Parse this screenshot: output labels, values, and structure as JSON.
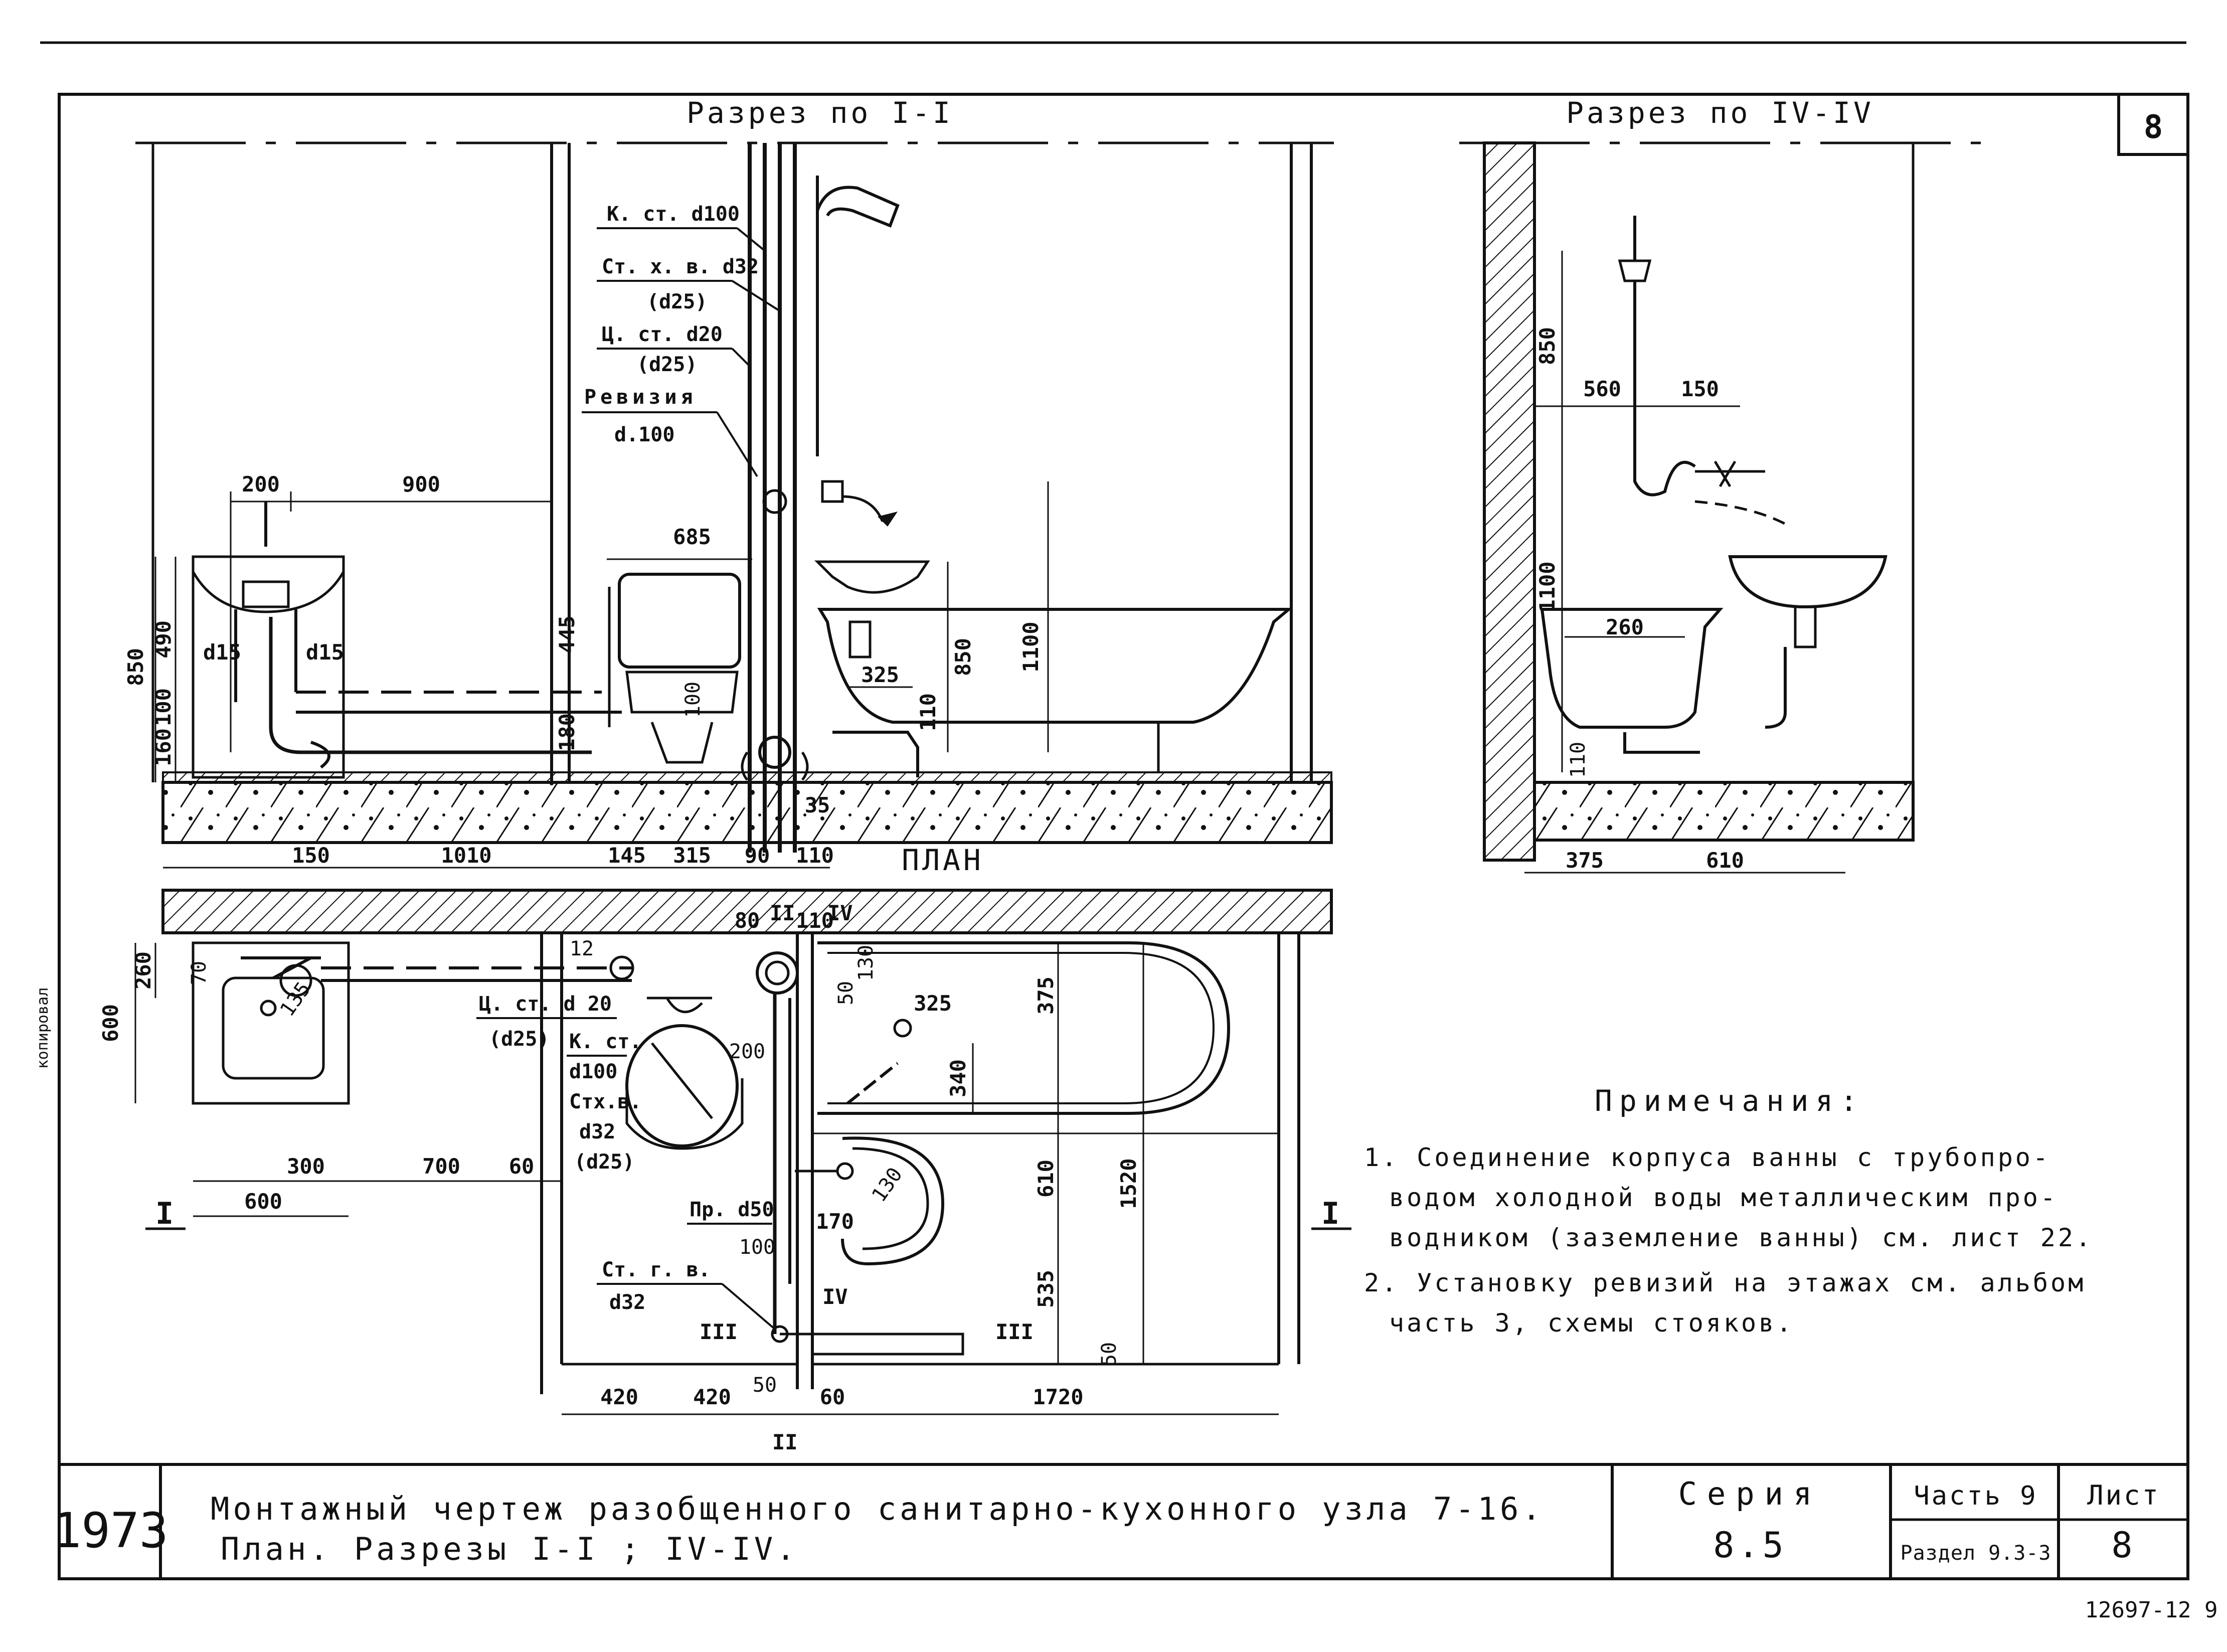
{
  "sheet_number_corner": "8",
  "section_1_title": "Разрез по I-I",
  "section_4_title": "Разрез по IV-IV",
  "plan_title": "ПЛАН",
  "riser_labels": {
    "sewer": "К. ст. d100",
    "cold": "Ст. х. в. d32",
    "cold_alt": "(d25)",
    "circ": "Ц. ст. d20",
    "circ_alt": "(d25)",
    "revision": "Ревизия",
    "revision_d": "d.100"
  },
  "section_1_dims": [
    "200",
    "900",
    "685",
    "850",
    "490",
    "100",
    "160",
    "445",
    "180",
    "325",
    "110",
    "850",
    "1100",
    "100",
    "d15",
    "d15"
  ],
  "section_1_floor_dims": [
    "150",
    "1010",
    "145",
    "315",
    "90",
    "110",
    "35"
  ],
  "section_4_dims": [
    "850",
    "560",
    "150",
    "1100",
    "260",
    "110",
    "375",
    "610"
  ],
  "plan_labels": {
    "circ": "Ц. ст. d 20",
    "circ_alt": "(d25)",
    "sewer": "К. ст.",
    "sewer_d": "d100",
    "cold": "Стх.в.",
    "cold_d": "d32",
    "cold_alt": "(d25)",
    "drain": "Пр. d50",
    "hot": "Ст. г. в.",
    "hot_d": "d32"
  },
  "plan_dims": [
    "260",
    "600",
    "70",
    "135",
    "300",
    "700",
    "60",
    "600",
    "12",
    "80",
    "110",
    "50",
    "130",
    "325",
    "375",
    "340",
    "200",
    "610",
    "1520",
    "130",
    "170",
    "100",
    "535",
    "50",
    "420",
    "420",
    "50",
    "60",
    "1720"
  ],
  "section_marks": [
    "I",
    "I",
    "II",
    "II",
    "III",
    "III",
    "IV",
    "IV"
  ],
  "notes_heading": "Примечания:",
  "notes": [
    "1. Соединение корпуса ванны с трубопро-",
    "водом холодной воды металлическим про-",
    "водником (заземление ванны) см. лист 22.",
    "2. Установку ревизий на этажах см. альбом",
    "часть 3, схемы стояков."
  ],
  "title_block": {
    "year": "1973",
    "title_line1": "Монтажный чертеж разобщенного санитарно-кухонного узла 7-16.",
    "title_line2": "План. Разрезы I-I ; IV-IV.",
    "series_label": "Серия",
    "series_value": "8.5",
    "part": "Часть 9",
    "section": "Раздел 9.3-3",
    "sheet_label": "Лист",
    "sheet_value": "8"
  },
  "archive_number": "12697-12 9",
  "margin_note": "копировал"
}
